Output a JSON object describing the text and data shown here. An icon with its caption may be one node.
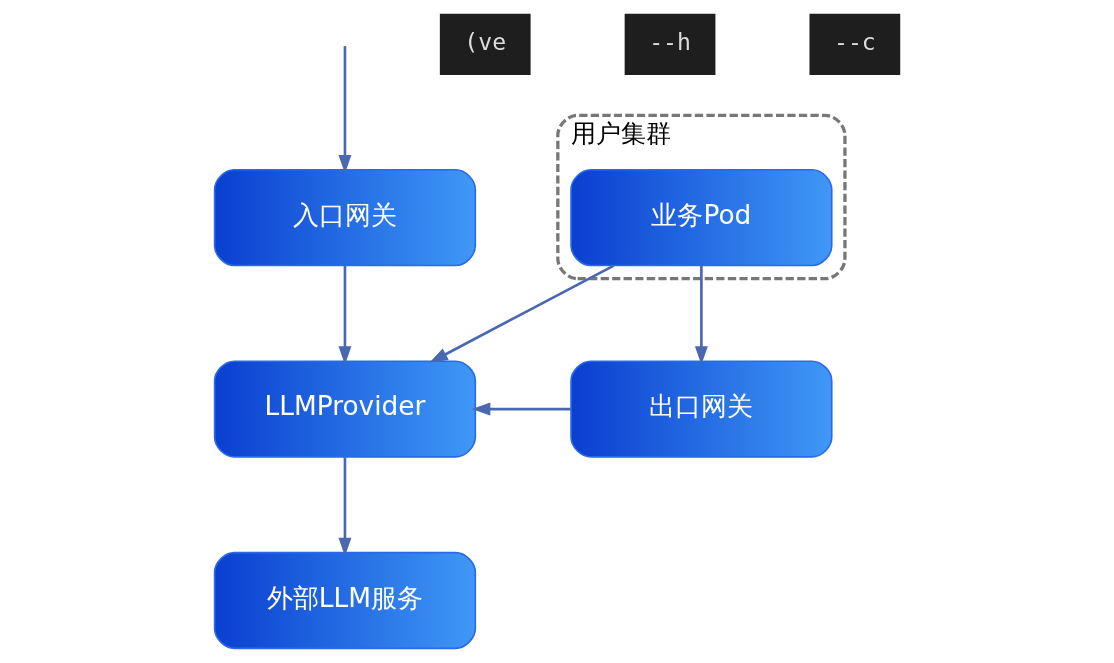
{
  "diagram": {
    "nodes": [
      {
        "text": [
          "用户集群"
        ]
      },
      {
        "text": [
          "入口网关"
        ]
      },
      {
        "text": [
          "业务Pod"
        ],
        "in": 0
      },
      {
        "text": [
          "LLMProvider"
        ]
      },
      {
        "text": [
          "外部LLM服务"
        ]
      },
      {
        "text": [
          "出口网关"
        ]
      }
    ],
    "edges": [
      {
        "from": null,
        "to": 1,
        "arrow": "to"
      },
      {
        "from": 1,
        "to": 3,
        "arrow": "to"
      },
      {
        "from": 2,
        "to": 3,
        "arrow": "to"
      },
      {
        "from": 3,
        "to": 4,
        "arrow": "to"
      },
      {
        "from": 2,
        "to": 5,
        "arrow": "to"
      },
      {
        "from": 5,
        "to": 3,
        "arrow": "to"
      }
    ],
    "labels": [
      "(ve",
      "--h",
      "--c"
    ]
  }
}
